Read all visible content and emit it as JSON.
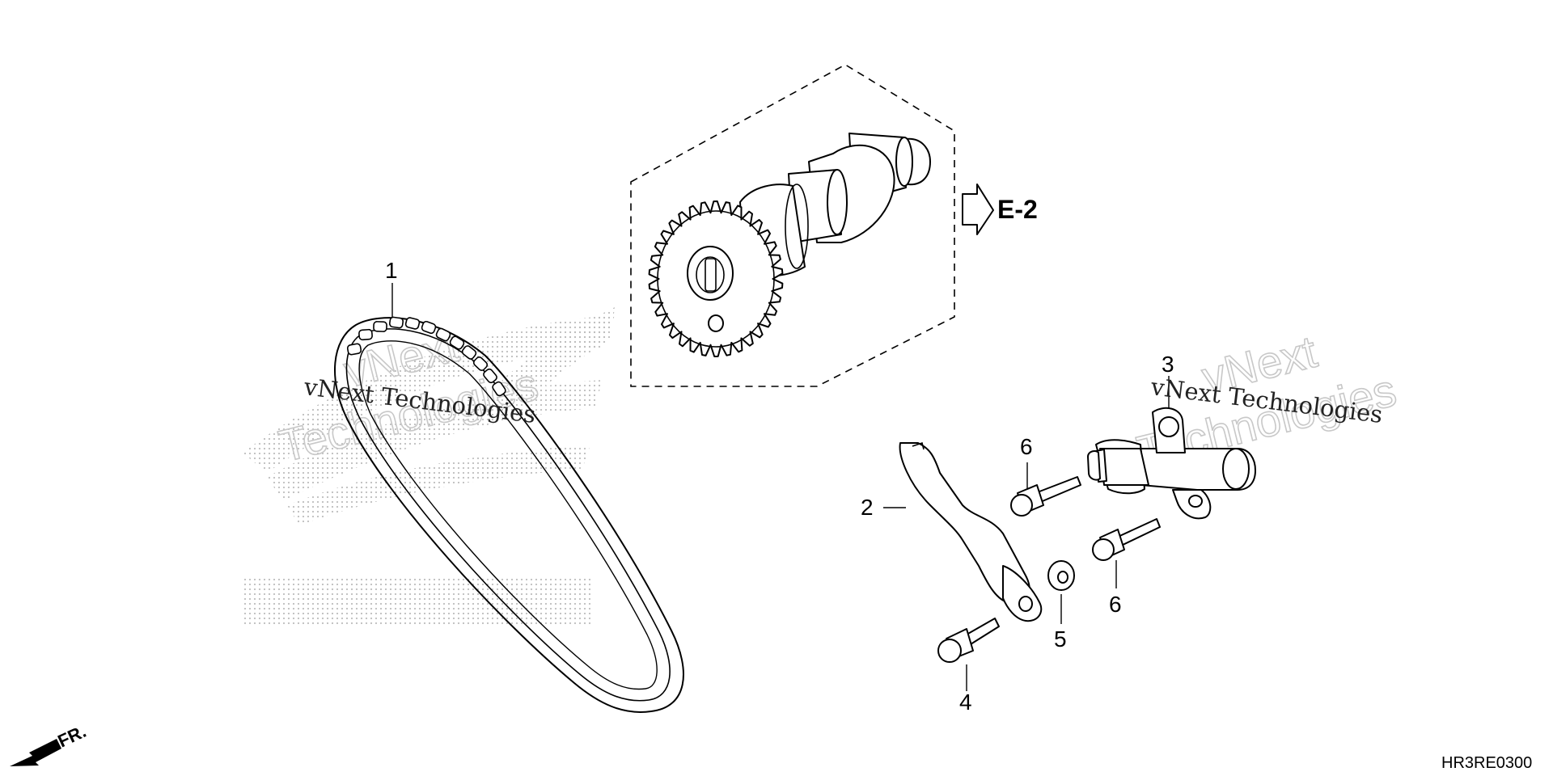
{
  "callouts": [
    {
      "id": "1"
    },
    {
      "id": "2"
    },
    {
      "id": "3"
    },
    {
      "id": "4"
    },
    {
      "id": "5"
    },
    {
      "id": "6"
    },
    {
      "id": "6"
    }
  ],
  "reference_label": "E-2",
  "front_label": "FR.",
  "diagram_code": "HR3RE0300",
  "watermarks": {
    "line1": "vNext Technologies",
    "line2": "vNext Technologies",
    "outline1": "vNext",
    "outline2": "Technologies",
    "outline3": "vNext",
    "outline4": "Technologies"
  }
}
